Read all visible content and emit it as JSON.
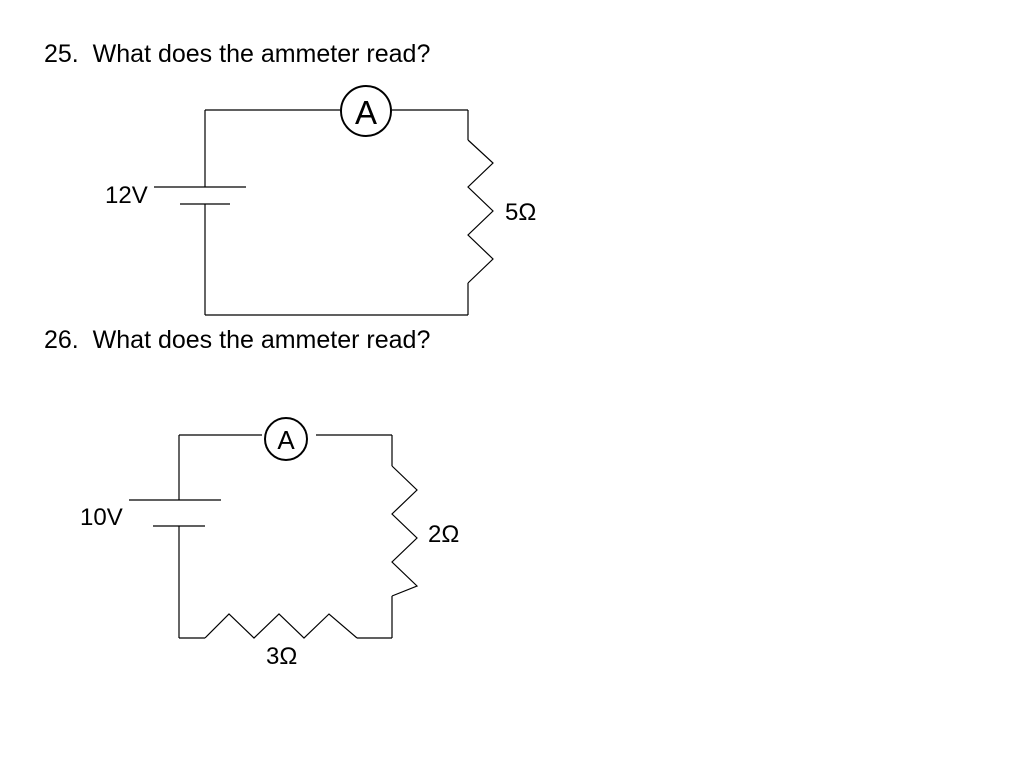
{
  "questions": [
    {
      "number": "25.",
      "prompt": "What does the ammeter read?",
      "circuit": {
        "ammeter_label": "A",
        "battery_voltage": "12V",
        "resistors": [
          "5Ω"
        ]
      }
    },
    {
      "number": "26.",
      "prompt": "What does the ammeter read?",
      "circuit": {
        "ammeter_label": "A",
        "battery_voltage": "10V",
        "resistors": [
          "2Ω",
          "3Ω"
        ]
      }
    }
  ]
}
